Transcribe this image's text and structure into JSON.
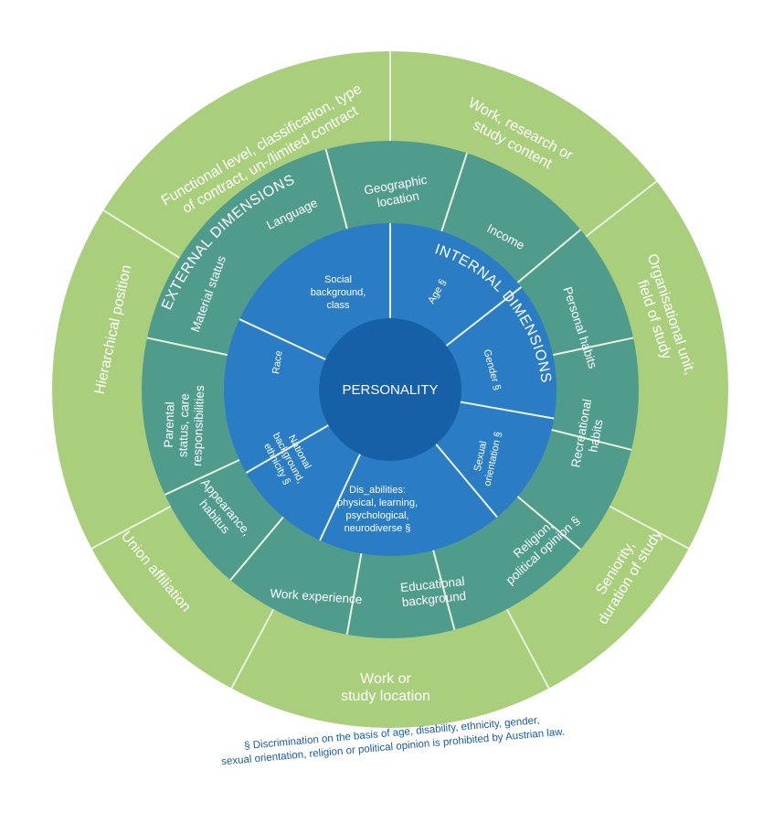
{
  "colors": {
    "organisational": "#a9cf7d",
    "external": "#4f9c8d",
    "internal": "#2a7dc4",
    "personality": "#1560a6",
    "divider": "#e9f2dc",
    "footnote": "#1a5aa3"
  },
  "center": {
    "label": "PERSONALITY"
  },
  "rings": {
    "organisational": {
      "title": "ORGANISATIONAL DIMENSIONS",
      "segments": [
        {
          "id": "functional-level",
          "lines": [
            "Functional level, classification, type",
            "of contract, un-/limited contract"
          ]
        },
        {
          "id": "work-research-content",
          "lines": [
            "Work, research or",
            "study content"
          ]
        },
        {
          "id": "organisational-unit",
          "lines": [
            "Organisational unit,",
            "field of study"
          ]
        },
        {
          "id": "seniority",
          "lines": [
            "Seniority,",
            "duration of study"
          ]
        },
        {
          "id": "work-location",
          "lines": [
            "Work or",
            "study location"
          ]
        },
        {
          "id": "union-affiliation",
          "lines": [
            "Union affiliation"
          ]
        },
        {
          "id": "hierarchical-position",
          "lines": [
            "Hierarchical position"
          ]
        }
      ]
    },
    "external": {
      "title": "EXTERNAL DIMENSIONS",
      "segments": [
        {
          "id": "geographic-location",
          "lines": [
            "Geographic",
            "location"
          ]
        },
        {
          "id": "income",
          "lines": [
            "Income"
          ]
        },
        {
          "id": "personal-habits",
          "lines": [
            "Personal habits"
          ]
        },
        {
          "id": "recreational-habits",
          "lines": [
            "Recreational",
            "habits"
          ]
        },
        {
          "id": "religion",
          "lines": [
            "Religion,",
            "political opinion §"
          ]
        },
        {
          "id": "educational-background",
          "lines": [
            "Educational",
            "background"
          ]
        },
        {
          "id": "work-experience",
          "lines": [
            "Work experience"
          ]
        },
        {
          "id": "appearance",
          "lines": [
            "Appearance,",
            "habitus"
          ]
        },
        {
          "id": "parental-status",
          "lines": [
            "Parental",
            "status, care",
            "responsibilities"
          ]
        },
        {
          "id": "material-status",
          "lines": [
            "Material status"
          ]
        },
        {
          "id": "language",
          "lines": [
            "Language"
          ]
        }
      ]
    },
    "internal": {
      "title": "INTERNAL DIMENSIONS",
      "segments": [
        {
          "id": "age",
          "lines": [
            "Age §"
          ]
        },
        {
          "id": "gender",
          "lines": [
            "Gender §"
          ]
        },
        {
          "id": "sexual-orientation",
          "lines": [
            "Sexual",
            "orientation §"
          ]
        },
        {
          "id": "disabilities",
          "lines": [
            "Dis_abilities:",
            "physical, learning,",
            "psychological,",
            "neurodiverse §"
          ]
        },
        {
          "id": "national-background",
          "lines": [
            "National",
            "background,",
            "ethnicity §"
          ]
        },
        {
          "id": "race",
          "lines": [
            "Race"
          ]
        },
        {
          "id": "social-background",
          "lines": [
            "Social",
            "background,",
            "class"
          ]
        }
      ]
    }
  },
  "footnote": {
    "line1": "§ Discrimination on the basis of age, disability, ethnicity, gender,",
    "line2": "sexual orientation, religion or political opinion is prohibited by Austrian law."
  }
}
